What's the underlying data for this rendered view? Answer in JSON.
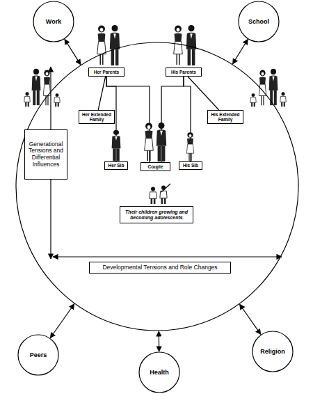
{
  "diagram": {
    "nodes": [
      {
        "text": [
          "Work"
        ]
      },
      {
        "text": [
          "School"
        ]
      },
      {
        "text": []
      },
      {
        "text": [
          "Her Parents"
        ],
        "in": 2
      },
      {
        "text": [
          "His Parents"
        ],
        "in": 2
      },
      {
        "text": [
          "Her Extended Family"
        ],
        "in": 2
      },
      {
        "text": [
          "His Extended Family"
        ],
        "in": 2
      },
      {
        "text": [
          "Generational Tensions and Differential Influences"
        ],
        "in": 2
      },
      {
        "text": [
          "Her Sib"
        ],
        "in": 2
      },
      {
        "text": [
          "Couple"
        ],
        "in": 2
      },
      {
        "text": [
          "His Sib"
        ],
        "in": 2
      },
      {
        "text": [
          "Their children growing and becoming adolescents"
        ],
        "in": 2
      },
      {
        "text": [
          "Developmental Tensions and Role Changes"
        ],
        "in": 2
      },
      {
        "text": [
          "Peers"
        ]
      },
      {
        "text": [
          "Health"
        ]
      },
      {
        "text": [
          "Religion"
        ]
      }
    ],
    "edges": [
      {
        "from": 0,
        "to": 2,
        "arrow": "both"
      },
      {
        "from": 1,
        "to": 2,
        "arrow": "both"
      },
      {
        "from": 3,
        "to": 5,
        "arrow": "none"
      },
      {
        "from": 4,
        "to": 6,
        "arrow": "none"
      },
      {
        "from": 3,
        "to": 8,
        "arrow": "none"
      },
      {
        "from": 3,
        "to": 9,
        "arrow": "none"
      },
      {
        "from": 4,
        "to": 9,
        "arrow": "none"
      },
      {
        "from": 4,
        "to": 10,
        "arrow": "none"
      },
      {
        "from": 13,
        "to": 2,
        "arrow": "both"
      },
      {
        "from": 14,
        "to": 2,
        "arrow": "both"
      },
      {
        "from": 15,
        "to": 2,
        "arrow": "both"
      }
    ]
  }
}
